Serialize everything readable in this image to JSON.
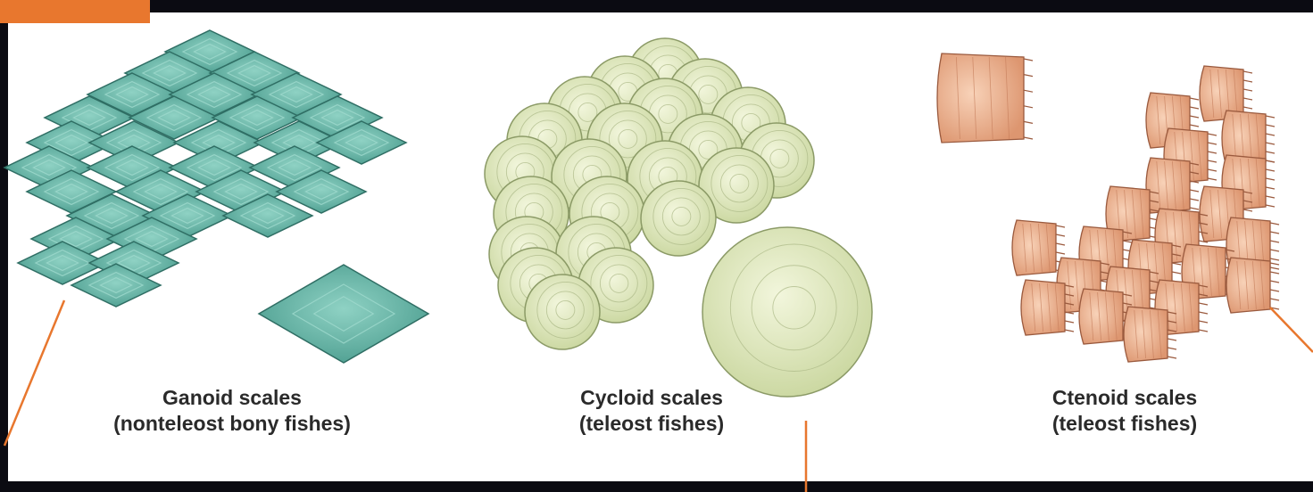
{
  "panels": [
    {
      "title": "Ganoid scales",
      "subtitle": "(nonteleost bony fishes)"
    },
    {
      "title": "Cycloid scales",
      "subtitle": "(teleost fishes)"
    },
    {
      "title": "Ctenoid scales",
      "subtitle": "(teleost fishes)"
    }
  ],
  "colors": {
    "frame": "#0b0b12",
    "accent": "#e8772e",
    "ganoid_fill": "#5fb3a3",
    "ganoid_edge": "#2f6e64",
    "cycloid_fill": "#dbe6b8",
    "cycloid_edge": "#8b9a66",
    "ctenoid_fill": "#f0b896",
    "ctenoid_edge": "#9a5a3e"
  }
}
